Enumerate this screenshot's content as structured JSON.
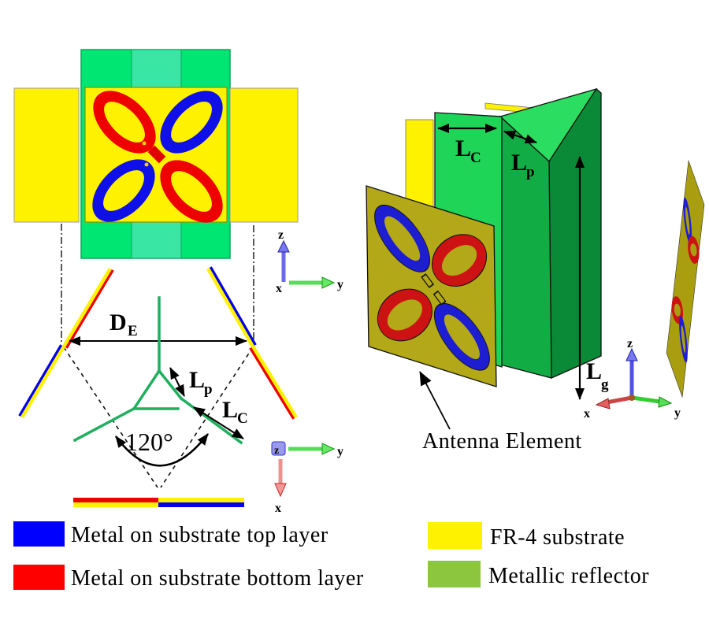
{
  "labels": {
    "d_e": {
      "base": "D",
      "sub": "E"
    },
    "l_p": {
      "base": "L",
      "sub": "p"
    },
    "l_c": {
      "base": "L",
      "sub": "C"
    },
    "l_g": {
      "base": "L",
      "sub": "g"
    },
    "angle": "120°",
    "antenna_element": "Antenna Element"
  },
  "axes": {
    "x": "x",
    "y": "y",
    "z": "z"
  },
  "legend": [
    {
      "label": "Metal on substrate top layer",
      "color": "#0000FE"
    },
    {
      "label": "Metal on substrate bottom layer",
      "color": "#FE0000"
    },
    {
      "label": "FR-4 substrate",
      "color": "#FFF200"
    },
    {
      "label": "Metallic reflector",
      "color": "#8CC63E"
    }
  ],
  "colors": {
    "substrate_yellow": "#FFF200",
    "metal_top_blue": "#0000FE",
    "metal_bottom_red": "#FE0000",
    "reflector_green_legend": "#8CC63E",
    "reflector_green_bright": "#1FD557",
    "reflector_green_medium": "#12AC45",
    "reflector_green_dark": "#0A8A36",
    "backing_green": "#00E673",
    "backing_green_center": "#39E6A3",
    "schematic_green": "#1FAF5F",
    "element_olive": "#B3A818"
  }
}
